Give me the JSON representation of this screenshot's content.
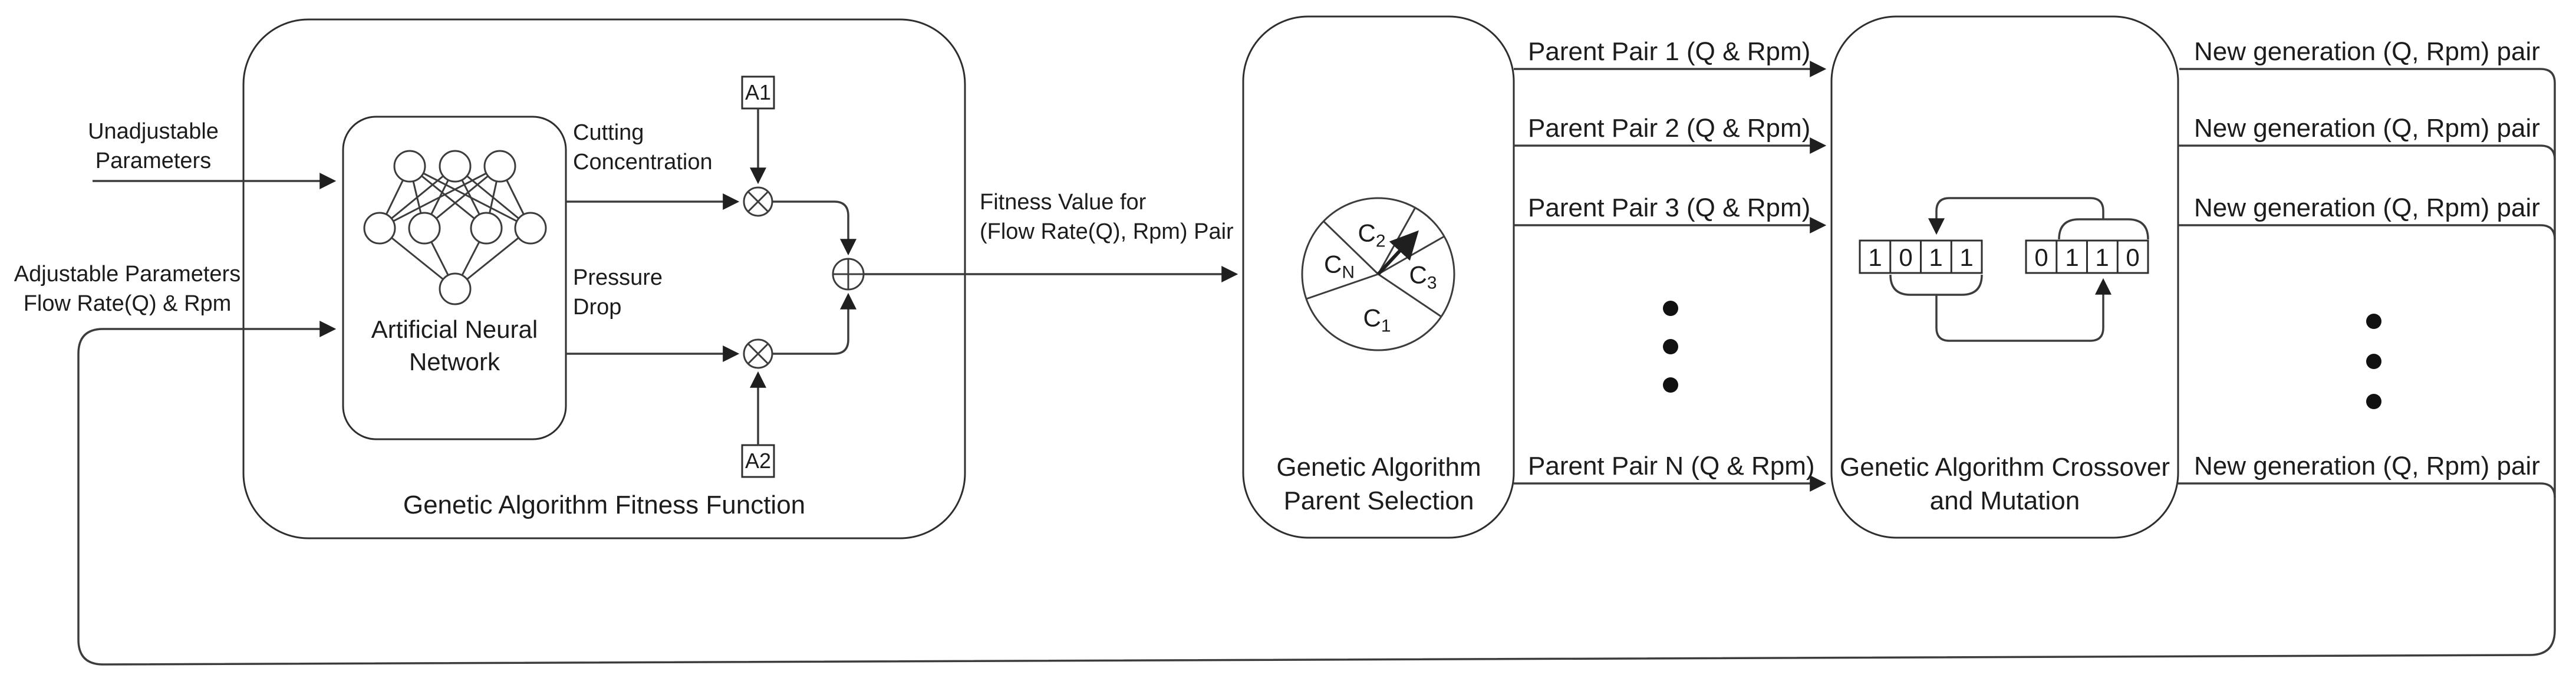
{
  "inputs": {
    "unadjustable_label": "Unadjustable\nParameters",
    "adjustable_label": "Adjustable Parameters\nFlow Rate(Q) & Rpm"
  },
  "fitness_function": {
    "box_label": "Genetic Algorithm Fitness Function",
    "ann_label": "Artificial Neural\nNetwork",
    "cutting_label": "Cutting\nConcentration",
    "pressure_label": "Pressure\nDrop",
    "gain_a1": "A1",
    "gain_a2": "A2",
    "output_label": "Fitness Value for\n(Flow Rate(Q), Rpm) Pair"
  },
  "parent_selection": {
    "box_label": "Genetic Algorithm\nParent Selection",
    "segments": [
      {
        "base": "C",
        "sub": "2"
      },
      {
        "base": "C",
        "sub": "N"
      },
      {
        "base": "C",
        "sub": "3"
      },
      {
        "base": "C",
        "sub": "1"
      }
    ]
  },
  "parent_pairs": [
    "Parent Pair 1 (Q & Rpm)",
    "Parent Pair 2 (Q & Rpm)",
    "Parent Pair 3 (Q & Rpm)",
    "Parent Pair N (Q & Rpm)"
  ],
  "crossover": {
    "box_label": "Genetic Algorithm Crossover\nand Mutation",
    "register_left": [
      "1",
      "0",
      "1",
      "1"
    ],
    "register_right": [
      "0",
      "1",
      "1",
      "0"
    ]
  },
  "new_generation": [
    "New generation (Q, Rpm) pair",
    "New generation (Q, Rpm) pair",
    "New generation (Q, Rpm) pair",
    "New generation (Q, Rpm) pair"
  ],
  "colors": {
    "line": "#3c3c3c",
    "box_border": "#2e2e2e",
    "text": "#1c1c1c",
    "background": "#ffffff"
  }
}
